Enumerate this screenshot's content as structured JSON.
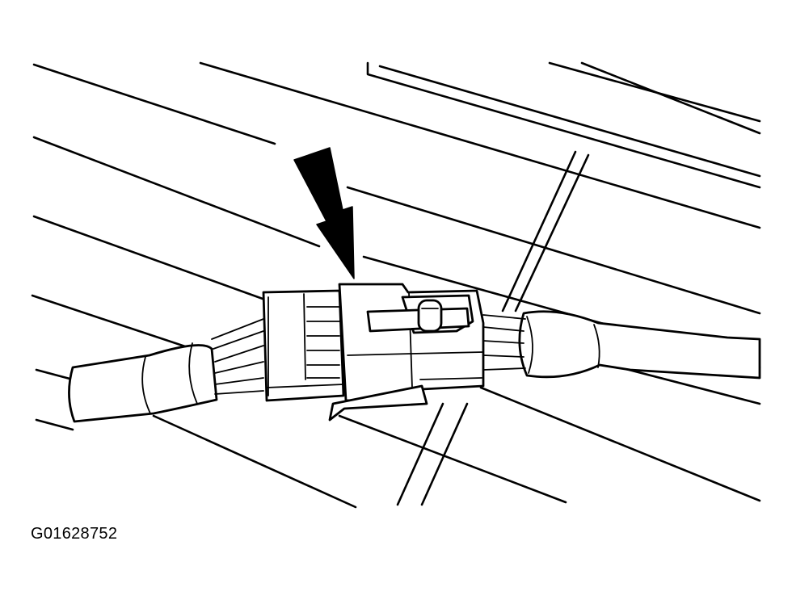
{
  "figure": {
    "id_label": "G01628752"
  },
  "colors": {
    "line": "#000000",
    "background": "#ffffff"
  },
  "elements": {
    "pointer": "arrow-icon",
    "connector": "electrical-connector",
    "harness": "wire-harness"
  }
}
